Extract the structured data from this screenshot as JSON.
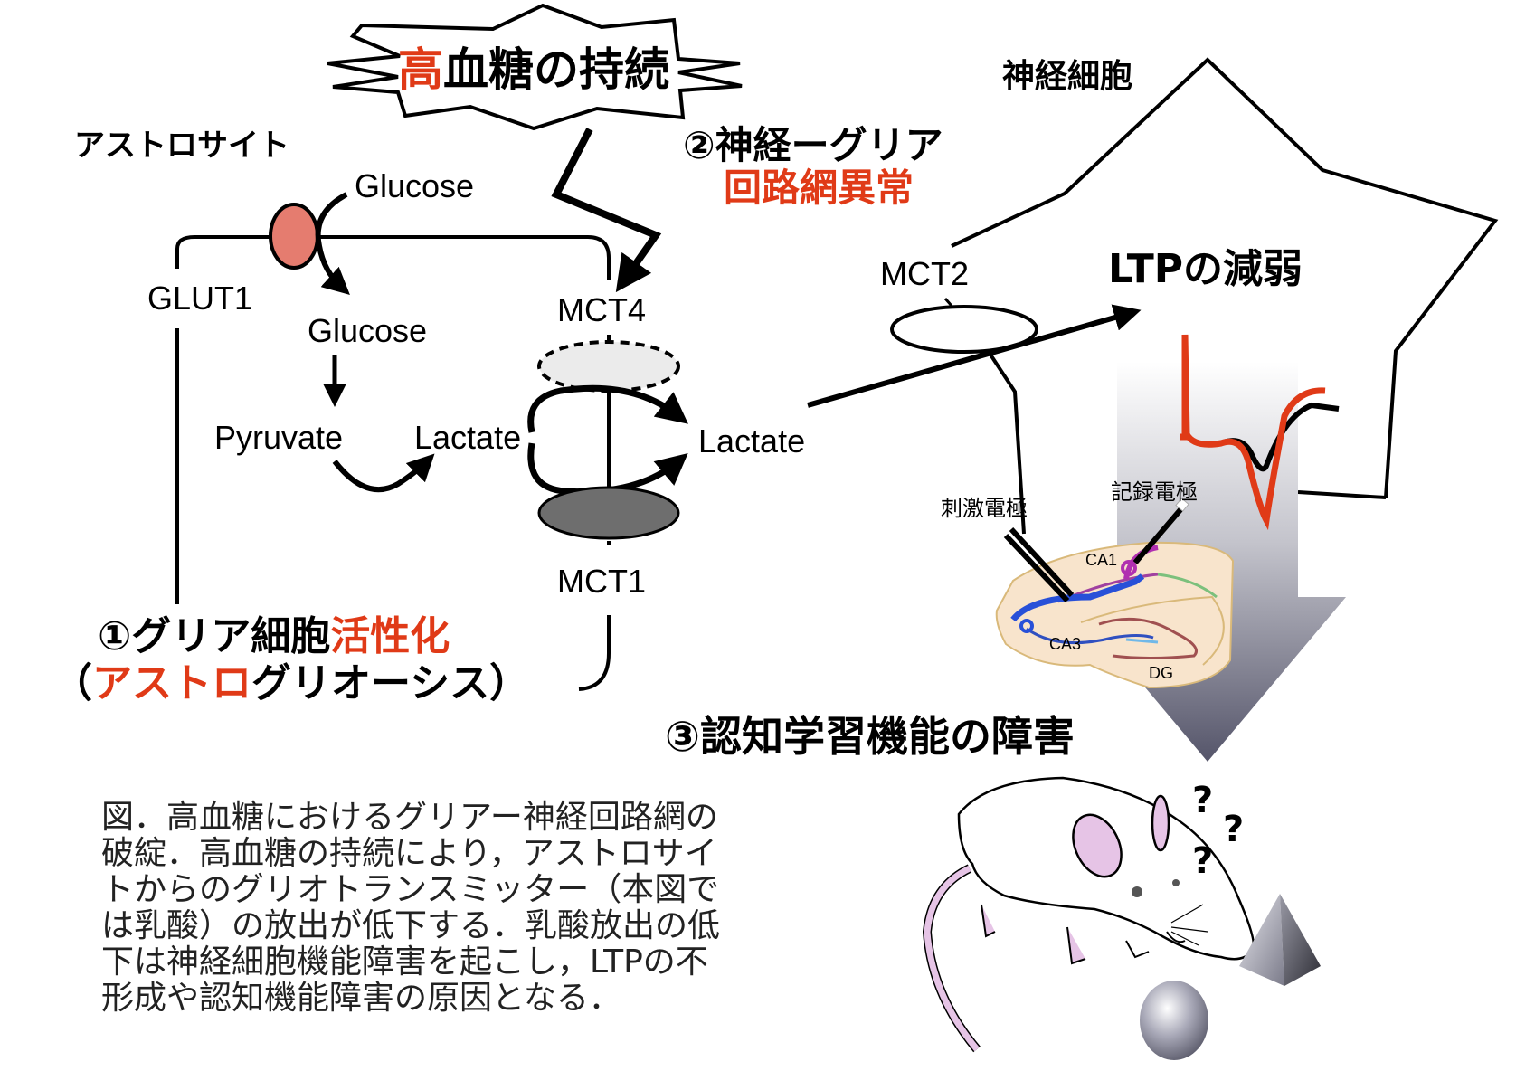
{
  "title": {
    "highlight": "高",
    "rest": "血糖の持続",
    "highlight_color": "#e03a17"
  },
  "astrocyte": {
    "heading": "アストロサイト",
    "glucose_outside": "Glucose",
    "glucose_inside": "Glucose",
    "transporter_glut1": "GLUT1",
    "pyruvate": "Pyruvate",
    "lactate_inside": "Lactate",
    "lactate_outside": "Lactate",
    "transporter_mct4": "MCT4",
    "transporter_mct1": "MCT1",
    "glut1_color": "#e57c6f",
    "mct4_color": "#ebebeb",
    "mct1_color": "#6e6e6e"
  },
  "step1": {
    "number": "①",
    "line1_black": "グリア細胞",
    "line1_red": "活性化",
    "line2_open": "（",
    "line2_red": "アストロ",
    "line2_black": "グリオーシス",
    "line2_close": "）"
  },
  "step2": {
    "number": "②",
    "line1": "神経ーグリア",
    "line2": "回路網異常"
  },
  "neuron": {
    "heading": "神経細胞",
    "transporter_mct2": "MCT2",
    "ltp_label": "LTPの減弱"
  },
  "recording": {
    "stim_electrode": "刺激電極",
    "rec_electrode": "記録電極",
    "regions": [
      "CA1",
      "CA3",
      "DG"
    ],
    "trace_colors": {
      "hyperglycemia": "#000000",
      "control": "#e03a17"
    }
  },
  "step3": {
    "number": "③",
    "text": "認知学習機能の障害"
  },
  "mouse_scene": {
    "question_marks": [
      "?",
      "?",
      "?"
    ],
    "objects": [
      "sphere",
      "pyramid"
    ]
  },
  "caption": {
    "lines": [
      "図．高血糖におけるグリアー神経回路網の",
      "破綻．高血糖の持続により，アストロサイ",
      "トからのグリオトランスミッター（本図で",
      "は乳酸）の放出が低下する．乳酸放出の低",
      "下は神経細胞機能障害を起こし，LTPの不",
      "形成や認知機能障害の原因となる．"
    ]
  }
}
